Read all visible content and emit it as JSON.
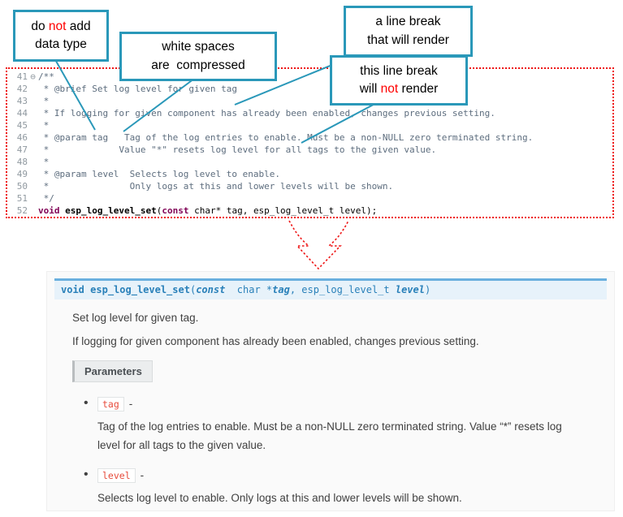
{
  "callouts": {
    "datatype": {
      "l1a": "do ",
      "l1b": "not",
      "l1c": " add",
      "l2": "data type"
    },
    "whitespace": {
      "l1": "white spaces",
      "l2": "are  compressed"
    },
    "linebreak_render": {
      "l1": "a line break",
      "l2": "that will render"
    },
    "linebreak_norender": {
      "l1": "this line break",
      "l2a": "will ",
      "l2b": "not",
      "l2c": " render"
    }
  },
  "code": {
    "lines": [
      {
        "num": "41",
        "fold": "⊖",
        "text": "/**"
      },
      {
        "num": "42",
        "text": " * @brief Set log level for given tag"
      },
      {
        "num": "43",
        "text": " *"
      },
      {
        "num": "44",
        "text": " * If logging for given component has already been enabled, changes previous setting."
      },
      {
        "num": "45",
        "text": " *"
      },
      {
        "num": "46",
        "text": " * @param tag   Tag of the log entries to enable. Must be a non-NULL zero terminated string."
      },
      {
        "num": "47",
        "text": " *             Value \"*\" resets log level for all tags to the given value."
      },
      {
        "num": "48",
        "text": " *"
      },
      {
        "num": "49",
        "text": " * @param level  Selects log level to enable."
      },
      {
        "num": "50",
        "text": " *               Only logs at this and lower levels will be shown."
      },
      {
        "num": "51",
        "text": " */"
      },
      {
        "num": "52",
        "parts": [
          {
            "t": "void",
            "c": "kw"
          },
          {
            "t": " ",
            "c": "pl"
          },
          {
            "t": "esp_log_level_set",
            "c": "fn"
          },
          {
            "t": "(",
            "c": "pl"
          },
          {
            "t": "const",
            "c": "kw"
          },
          {
            "t": " char* tag, esp_log_level_t level);",
            "c": "pl"
          }
        ]
      }
    ]
  },
  "doc": {
    "signature_parts": [
      {
        "t": "void",
        "c": "b"
      },
      {
        "t": " ",
        "c": "n"
      },
      {
        "t": "esp_log_level_set",
        "c": "b"
      },
      {
        "t": "(",
        "c": "n"
      },
      {
        "t": "const",
        "c": "bi"
      },
      {
        "t": "  char *",
        "c": "n"
      },
      {
        "t": "tag",
        "c": "bi"
      },
      {
        "t": ", ",
        "c": "n"
      },
      {
        "t": "esp_log_level_t ",
        "c": "n"
      },
      {
        "t": "level",
        "c": "bi"
      },
      {
        "t": ")",
        "c": "n"
      }
    ],
    "brief": "Set log level for given tag.",
    "description": "If logging for given component has already been enabled, changes previous setting.",
    "parameters_label": "Parameters",
    "params": [
      {
        "name": "tag",
        "sep": "-",
        "desc": "Tag of the log entries to enable. Must be a non-NULL zero terminated string. Value “*” resets log level for all tags to the given value."
      },
      {
        "name": "level",
        "sep": "-",
        "desc": "Selects log level to enable. Only logs at this and lower levels will be shown."
      }
    ]
  },
  "colors": {
    "callout_border": "#2a98b9",
    "emphasis_red": "#ff0000",
    "dotted_border_red": "#ee1414",
    "signature_bg": "#e7f2fa",
    "signature_border": "#6ab0de",
    "signature_text": "#2980b9",
    "literal_text": "#e74c3c"
  }
}
